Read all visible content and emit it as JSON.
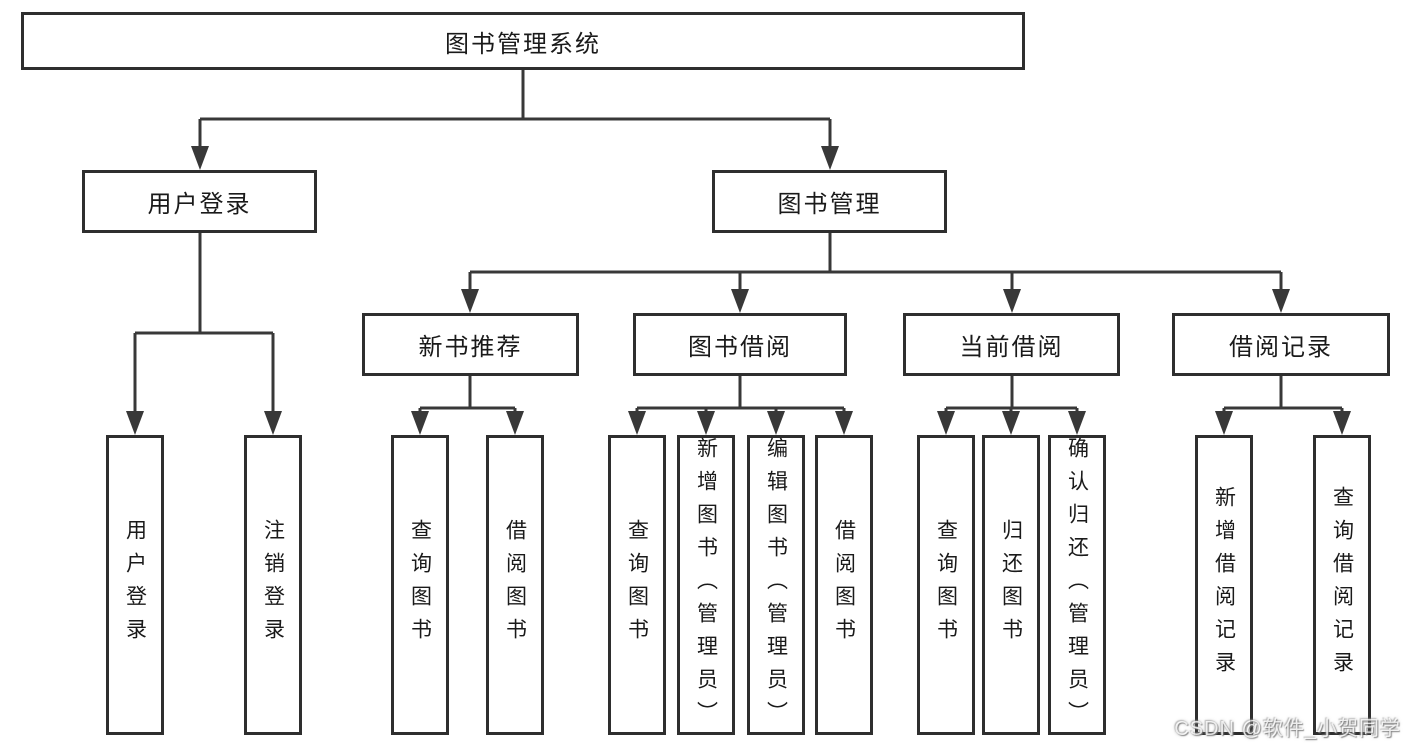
{
  "diagram": {
    "type": "hierarchy-tree",
    "root": {
      "label": "图书管理系统"
    },
    "level2": [
      {
        "id": "user-login",
        "label": "用户登录"
      },
      {
        "id": "book-management",
        "label": "图书管理"
      }
    ],
    "level3": [
      {
        "id": "new-book-recommend",
        "parent": "book-management",
        "label": "新书推荐"
      },
      {
        "id": "book-borrow",
        "parent": "book-management",
        "label": "图书借阅"
      },
      {
        "id": "current-borrow",
        "parent": "book-management",
        "label": "当前借阅"
      },
      {
        "id": "borrow-records",
        "parent": "book-management",
        "label": "借阅记录"
      }
    ],
    "leaves": [
      {
        "parent": "user-login",
        "label": "用户登录"
      },
      {
        "parent": "user-login",
        "label": "注销登录"
      },
      {
        "parent": "new-book-recommend",
        "label": "查询图书"
      },
      {
        "parent": "new-book-recommend",
        "label": "借阅图书"
      },
      {
        "parent": "book-borrow",
        "label": "查询图书"
      },
      {
        "parent": "book-borrow",
        "label": "新增图书（管理员）"
      },
      {
        "parent": "book-borrow",
        "label": "编辑图书（管理员）"
      },
      {
        "parent": "book-borrow",
        "label": "借阅图书"
      },
      {
        "parent": "current-borrow",
        "label": "查询图书"
      },
      {
        "parent": "current-borrow",
        "label": "归还图书"
      },
      {
        "parent": "current-borrow",
        "label": "确认归还（管理员）"
      },
      {
        "parent": "borrow-records",
        "label": "新增借阅记录"
      },
      {
        "parent": "borrow-records",
        "label": "查询借阅记录"
      }
    ],
    "colors": {
      "line": "#383838",
      "border": "#2e2e2e",
      "text": "#1a1a1a",
      "background": "#ffffff"
    }
  },
  "watermark": {
    "text": "CSDN @软件_小贺同学"
  }
}
